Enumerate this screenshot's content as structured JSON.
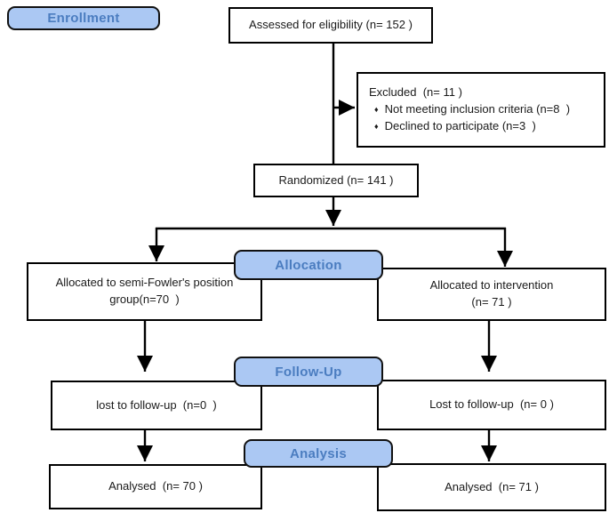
{
  "stages": {
    "enrollment_label": "Enrollment",
    "allocation_label": "Allocation",
    "followup_label": "Follow-Up",
    "analysis_label": "Analysis"
  },
  "boxes": {
    "assessed": {
      "text": "Assessed for eligibility (n= 152 )"
    },
    "excluded": {
      "title": "Excluded  (n= 11 )",
      "bullet": "♦",
      "items": [
        "Not meeting inclusion criteria (n=8  )",
        "Declined to participate (n=3  )"
      ]
    },
    "randomized": {
      "text": "Randomized (n= 141 )"
    },
    "alloc_left": {
      "line1": "Allocated to semi-Fowler's position",
      "line2": "group(n=70  )"
    },
    "alloc_right": {
      "line1": "Allocated to intervention",
      "line2": "(n= 71 )"
    },
    "followup_left": {
      "text": "lost to follow-up  (n=0  )"
    },
    "followup_right": {
      "text": "Lost to follow-up  (n= 0 )"
    },
    "analysed_left": {
      "text": "Analysed  (n= 70 )"
    },
    "analysed_right": {
      "text": "Analysed  (n= 71 )"
    }
  },
  "colors": {
    "badge_fill": "#abc8f3",
    "badge_text": "#4b7dc0",
    "line": "#000000"
  }
}
